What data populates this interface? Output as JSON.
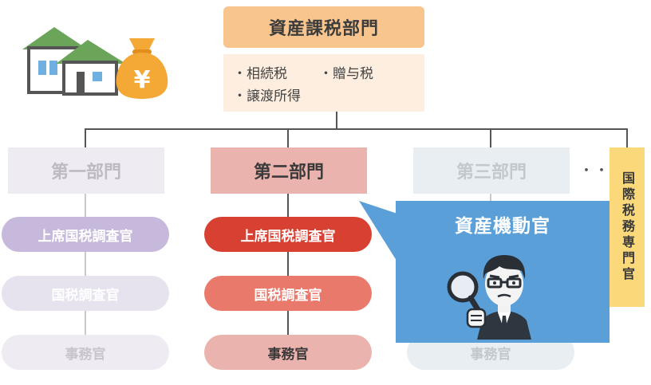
{
  "top_department": {
    "title": "資産課税部門",
    "taxes": [
      "・相続税",
      "・贈与税",
      "・譲渡所得"
    ]
  },
  "divisions": [
    {
      "title": "第一部門",
      "roles": [
        "上席国税調査官",
        "国税調査官",
        "事務官"
      ]
    },
    {
      "title": "第二部門",
      "roles": [
        "上席国税調査官",
        "国税調査官",
        "事務官"
      ]
    },
    {
      "title": "第三部門",
      "roles": [
        "事務官"
      ]
    }
  ],
  "ellipsis": "・・・",
  "international": "国際税務専門官",
  "asset_mobile_officer": "資産機動官",
  "icons": {
    "house": "house-icon",
    "money_bag": "yen-money-bag-icon",
    "inspector": "inspector-magnifier-icon"
  },
  "colors": {
    "top_title": "#f9c58e",
    "top_box": "#fdeee0",
    "division_two": "#ebb3ad",
    "senior_inspector_active": "#d84032",
    "inspector_active": "#e8796b",
    "clerk_active": "#ebb3ad",
    "division_one_senior": "#c7b9dc",
    "division_one_light": "#e6e2ee",
    "division_three": "#e9eef2",
    "international": "#fbd97a",
    "mobile_officer": "#5b9fd9",
    "house_roof": "#6aa55a",
    "money_bag": "#f4a836"
  }
}
